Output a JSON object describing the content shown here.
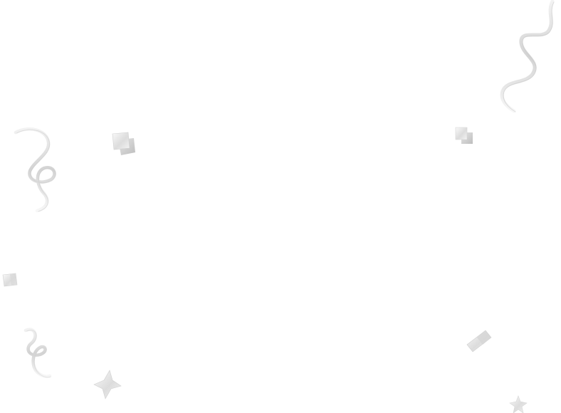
{
  "scene": {
    "background": "#ffffff",
    "palette": {
      "silver_light": "#fafafa",
      "silver_mid": "#e3e3e3",
      "silver_dark": "#c4c4c4"
    },
    "pieces": [
      {
        "name": "ribbon-top-right-confetti",
        "kind": "ribbon"
      },
      {
        "name": "ribbon-left-upper-confetti",
        "kind": "ribbon"
      },
      {
        "name": "ribbon-left-lower-confetti",
        "kind": "ribbon"
      },
      {
        "name": "square-left-confetti",
        "kind": "square"
      },
      {
        "name": "square-right-confetti",
        "kind": "square"
      },
      {
        "name": "square-small-left-confetti",
        "kind": "square"
      },
      {
        "name": "rect-bottom-right-confetti",
        "kind": "rect"
      },
      {
        "name": "star-bottom-left-confetti",
        "kind": "star"
      },
      {
        "name": "star-bottom-right-confetti",
        "kind": "star"
      }
    ]
  }
}
